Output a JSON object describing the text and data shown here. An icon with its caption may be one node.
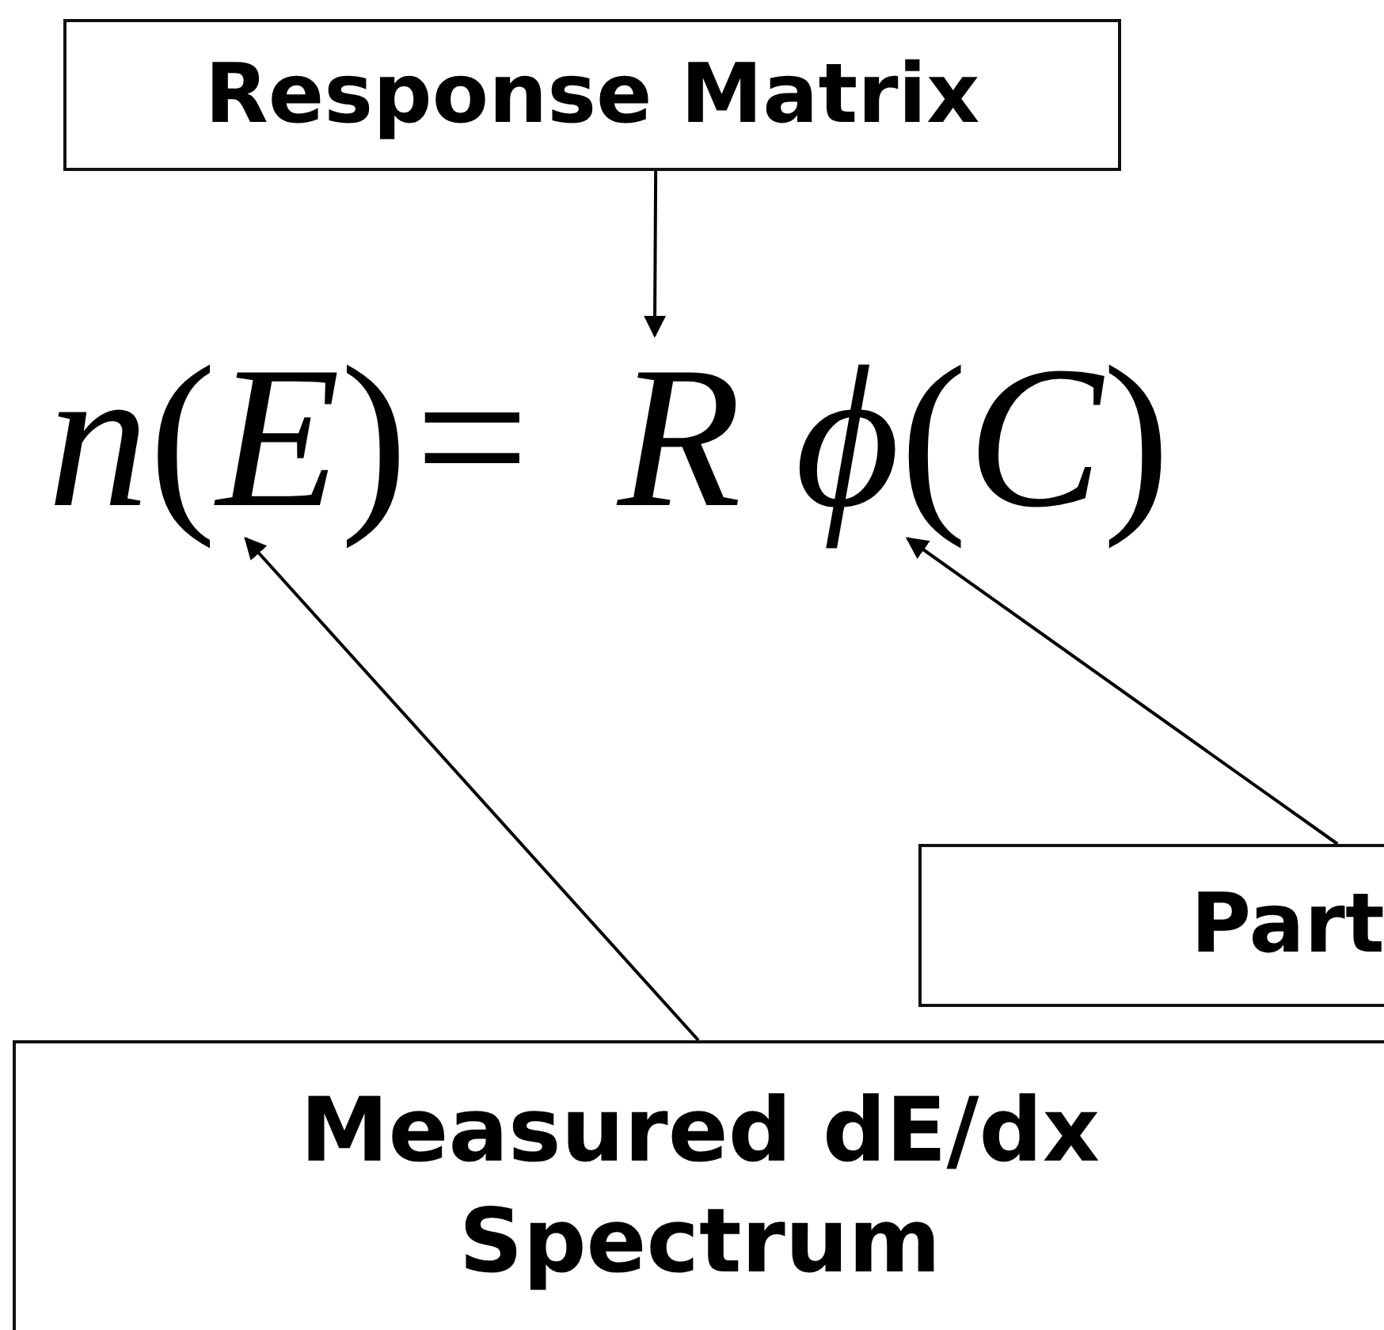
{
  "diagram": {
    "nodes": [
      {
        "text": [
          "Response Matrix"
        ]
      },
      {
        "text": [
          "*n*(*E*)"
        ]
      },
      {
        "text": [
          "*R*"
        ]
      },
      {
        "text": [
          "*ϕ*(*C*)"
        ]
      },
      {
        "text": [
          "Part"
        ]
      },
      {
        "text": [
          "Measured dE/dx Spectrum"
        ]
      }
    ],
    "edges": [
      {
        "from": 0,
        "to": 2,
        "arrow": "to"
      },
      {
        "from": 4,
        "to": 3,
        "arrow": "to"
      },
      {
        "from": 5,
        "to": 1,
        "arrow": "to"
      }
    ],
    "labels": [
      "="
    ]
  }
}
